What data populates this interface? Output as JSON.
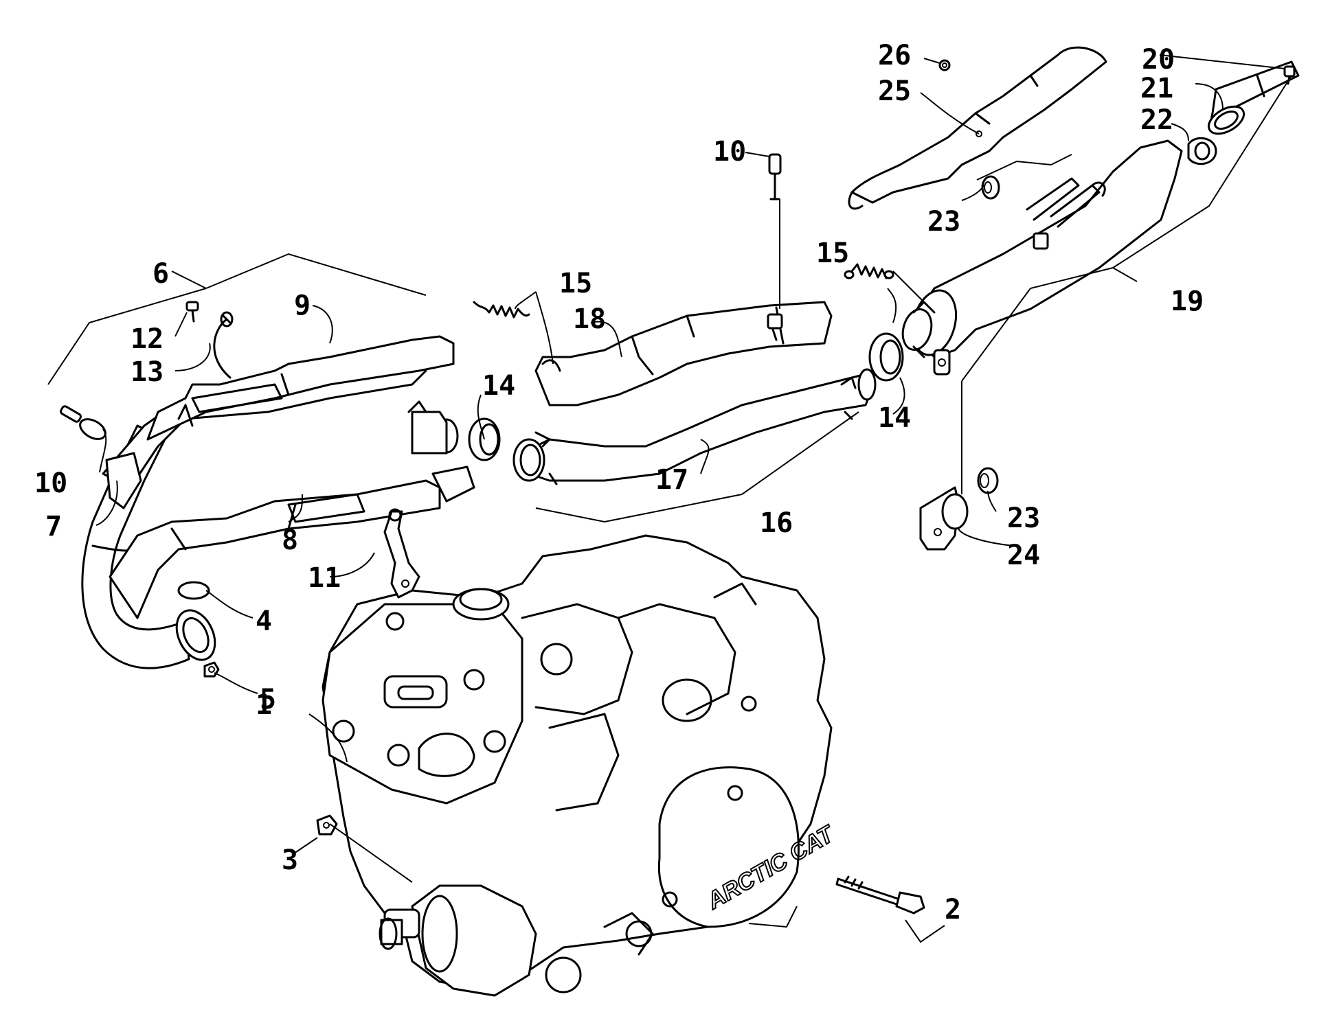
{
  "diagram": {
    "logo_text": "ARCTIC CAT",
    "callouts": {
      "c1": "1",
      "c2": "2",
      "c3": "3",
      "c4": "4",
      "c5": "5",
      "c6": "6",
      "c7": "7",
      "c8": "8",
      "c9": "9",
      "c10a": "10",
      "c10b": "10",
      "c11": "11",
      "c12": "12",
      "c13": "13",
      "c14a": "14",
      "c14b": "14",
      "c15a": "15",
      "c15b": "15",
      "c16": "16",
      "c17": "17",
      "c18": "18",
      "c19": "19",
      "c20": "20",
      "c21": "21",
      "c22": "22",
      "c23a": "23",
      "c23b": "23",
      "c24": "24",
      "c25": "25",
      "c26": "26"
    }
  }
}
